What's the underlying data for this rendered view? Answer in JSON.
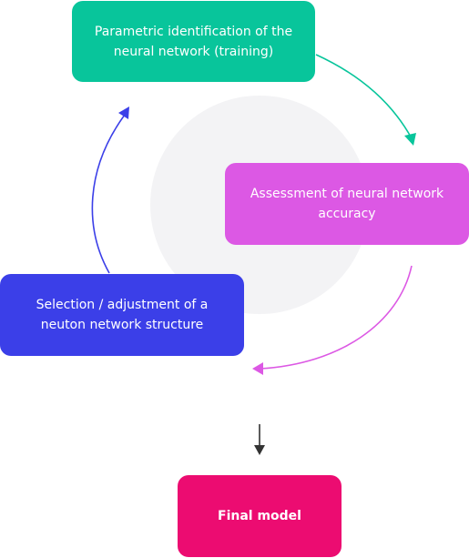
{
  "diagram": {
    "nodes": {
      "training": {
        "label": "Parametric identification of the neural network (training)",
        "color": "#08c59b"
      },
      "assessment": {
        "label": "Assessment of neural network accuracy",
        "color": "#dc58e4"
      },
      "selection": {
        "label": "Selection / adjustment of a neuton network structure",
        "color": "#3b3fe8"
      },
      "final": {
        "label": "Final model",
        "color": "#ec0c71"
      }
    },
    "background_circle_color": "#f3f3f5",
    "arrow_colors": {
      "training_to_assessment": "#08c59b",
      "assessment_to_loop": "#dc58e4",
      "selection_to_training": "#3b3fe8",
      "to_final": "#333333"
    }
  }
}
